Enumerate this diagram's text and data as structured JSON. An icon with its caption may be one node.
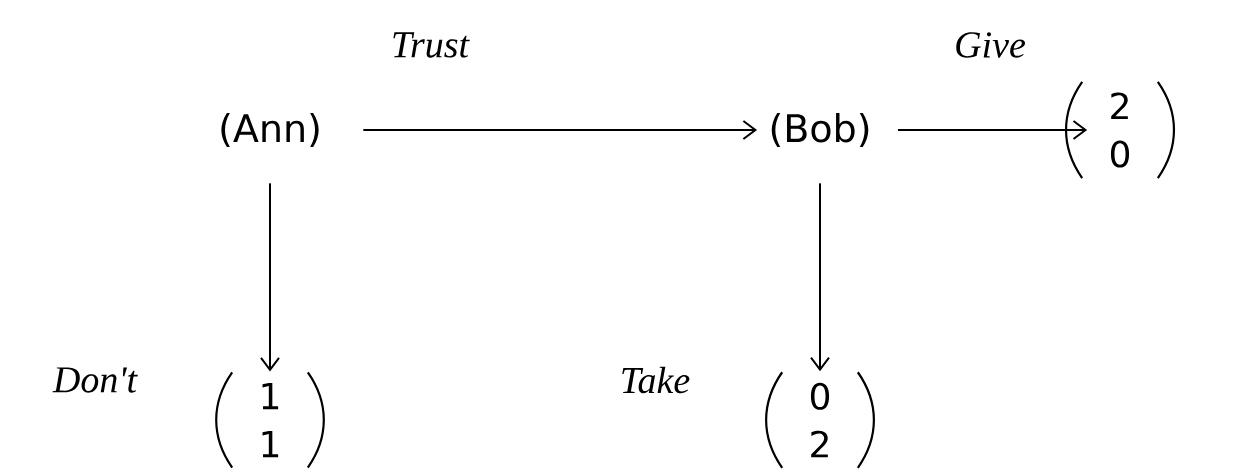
{
  "diagram": {
    "nodes": [
      {
        "text": [
          "(Ann)"
        ]
      },
      {
        "text": [
          "(Bob)"
        ]
      },
      {
        "text": [
          "2",
          "0"
        ]
      },
      {
        "text": [
          "1",
          "1"
        ]
      },
      {
        "text": [
          "0",
          "2"
        ]
      }
    ],
    "edges": [
      {
        "from": 0,
        "to": 1,
        "arrow": "to",
        "label": "Trust"
      },
      {
        "from": 0,
        "to": 3,
        "arrow": "to",
        "label": "Don't"
      },
      {
        "from": 1,
        "to": 4,
        "arrow": "to",
        "label": "Take"
      },
      {
        "from": 1,
        "to": 2,
        "arrow": "to",
        "label": "Give"
      }
    ]
  }
}
